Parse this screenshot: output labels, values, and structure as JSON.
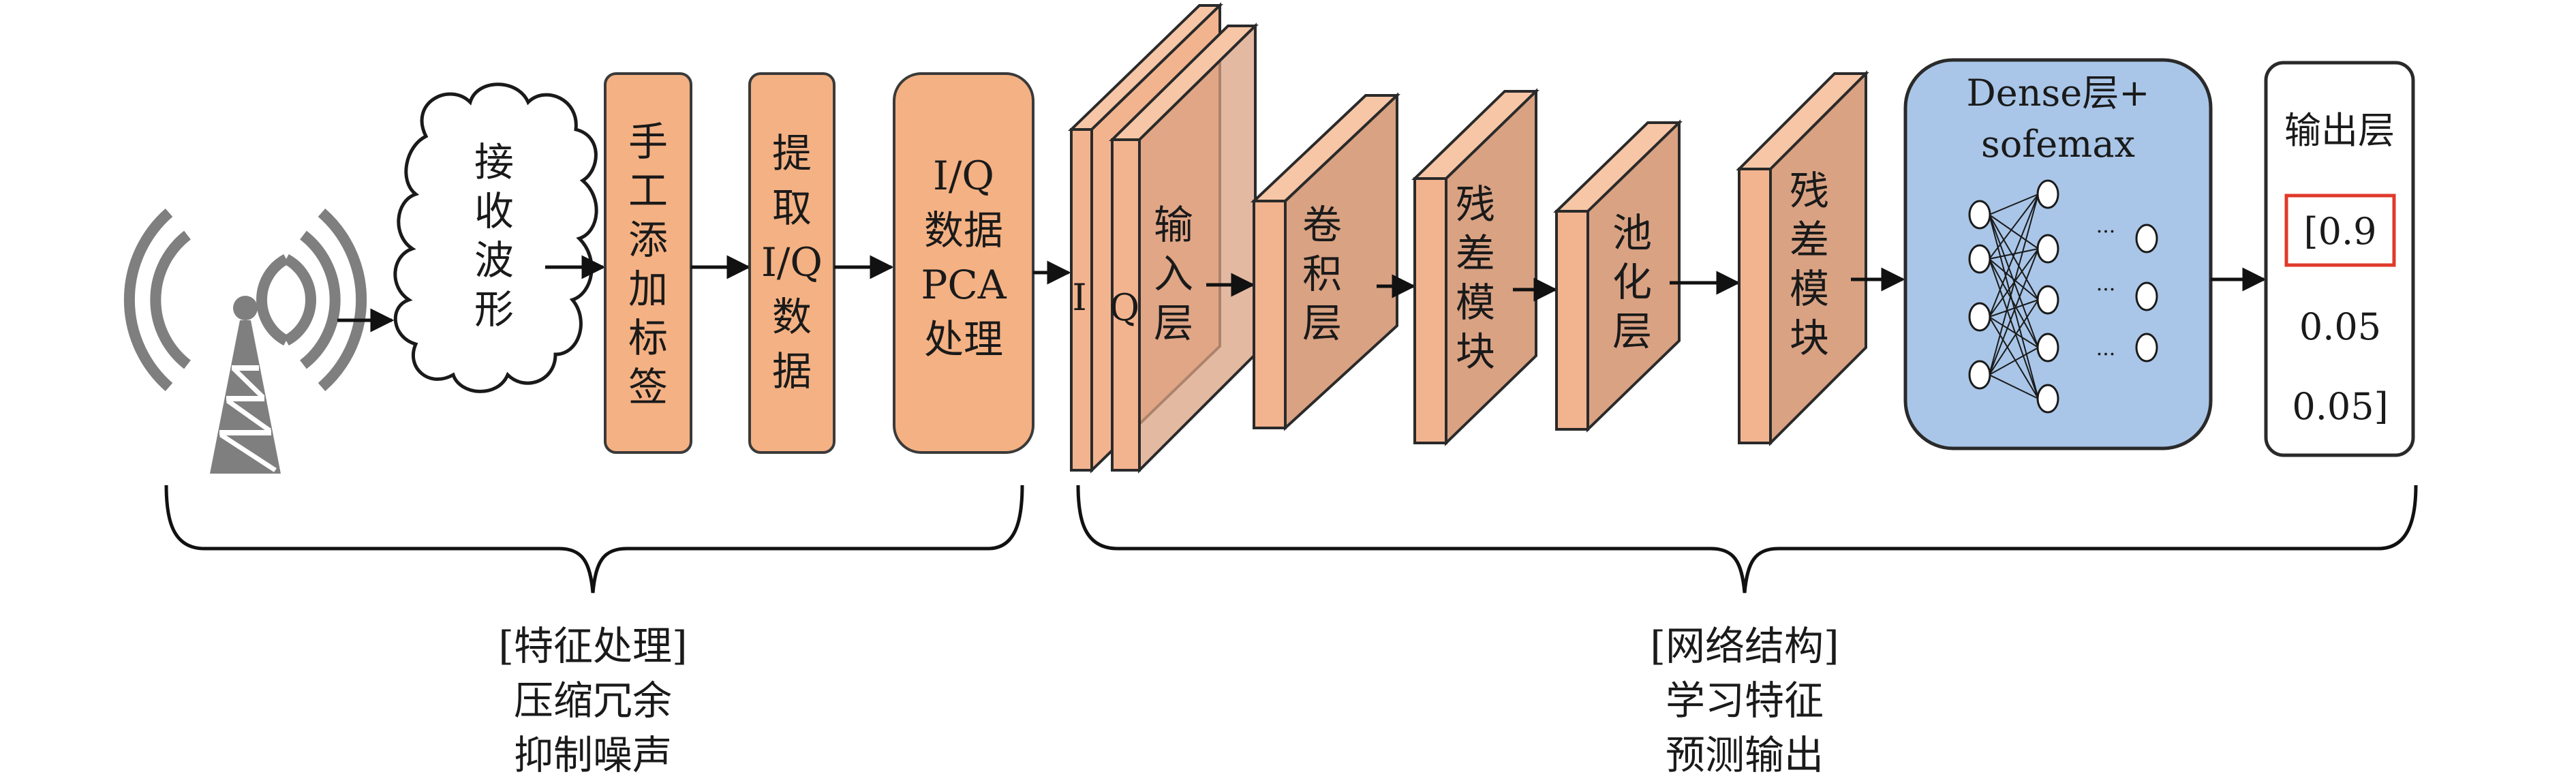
{
  "pipeline": {
    "received_wave": [
      "接",
      "收",
      "波",
      "形"
    ],
    "manual_label": [
      "手",
      "工",
      "添",
      "加",
      "标",
      "签"
    ],
    "extract_iq": [
      "提",
      "取",
      "I/Q",
      "数",
      "据"
    ],
    "pca": [
      "I/Q",
      "数据",
      "PCA",
      "处理"
    ]
  },
  "network": {
    "input_channels": [
      "I",
      "Q"
    ],
    "input_layer": [
      "输",
      "入",
      "层"
    ],
    "conv_layer": [
      "卷",
      "积",
      "层"
    ],
    "residual_1": [
      "残",
      "差",
      "模",
      "块"
    ],
    "pool_layer": [
      "池",
      "化",
      "层"
    ],
    "residual_2": [
      "残",
      "差",
      "模",
      "块"
    ],
    "dense": {
      "title_line1": "Dense层+",
      "title_line2": "sofemax",
      "ellipsis": "···"
    },
    "output": {
      "title": "输出层",
      "values": [
        "[0.9",
        "0.05",
        "0.05]"
      ]
    }
  },
  "braces": {
    "left": [
      "[特征处理]",
      "压缩冗余",
      "抑制噪声"
    ],
    "right": [
      "[网络结构]",
      "学习特征",
      "预测输出"
    ]
  },
  "colors": {
    "orange_box": "#f4b183",
    "orange_box_stroke": "#3a3a3a",
    "layer_front": "#d9a283",
    "layer_side": "#f2b48f",
    "layer_top": "#f6c6a6",
    "dense_box": "#a9c6e8",
    "output_highlight": "#e0392b",
    "tower": "#7f7f7f"
  },
  "icons": [
    "antenna-tower-icon",
    "cloud-icon"
  ]
}
